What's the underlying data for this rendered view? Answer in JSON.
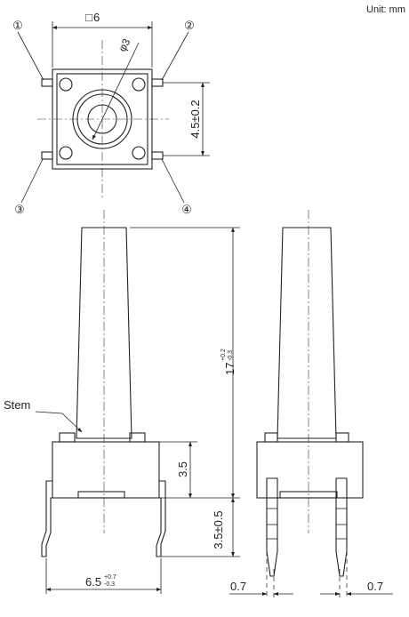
{
  "unit_note": "Unit: mm",
  "top_view": {
    "square_symbol": "□",
    "square_size": "6",
    "diameter": "φ3",
    "pin_spacing": "4.5±0.2",
    "pins": [
      "①",
      "②",
      "③",
      "④"
    ]
  },
  "front_view": {
    "stem_label": "Stem",
    "height_main": "17",
    "height_tol_upper": "+0.2",
    "height_tol_lower": "-0.3",
    "body_height": "3.5",
    "lead_length": "3.5±0.5",
    "lead_span_main": "6.5",
    "lead_span_tol_upper": "+0.7",
    "lead_span_tol_lower": "-0.3"
  },
  "side_view": {
    "lead_width_left": "0.7",
    "lead_width_right": "0.7"
  }
}
